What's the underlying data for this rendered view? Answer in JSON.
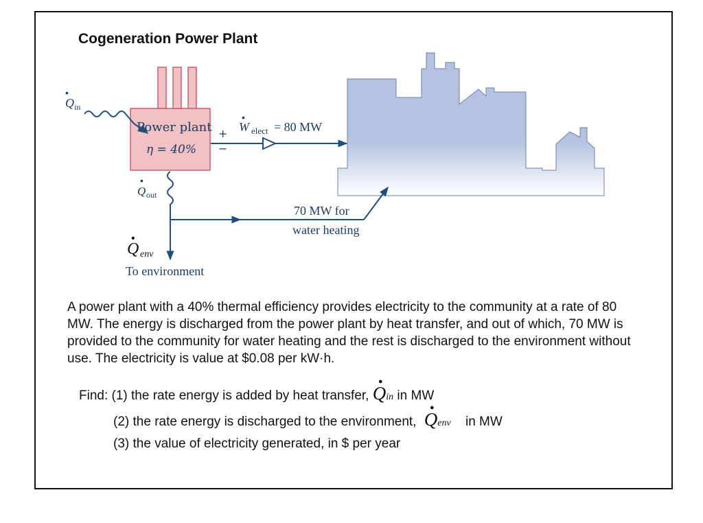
{
  "title": "Cogeneration Power Plant",
  "diagram": {
    "q_in_symbol": "Q",
    "q_in_sub": "in",
    "plant_label": "Power plant",
    "efficiency_label": "η = 40%",
    "plus": "+",
    "minus": "−",
    "w_elect_symbol": "W",
    "w_elect_sub": "elect",
    "w_elect_value": "= 80 MW",
    "q_out_symbol": "Q",
    "q_out_sub": "out",
    "water_heating_line1": "70 MW for",
    "water_heating_line2": "water heating",
    "q_env_symbol": "Q",
    "q_env_sub": "env",
    "to_environment": "To environment",
    "colors": {
      "plant_fill": "#f2c1c6",
      "plant_stroke": "#c8606e",
      "community_fill": "#b4c3e0",
      "arrow": "#1e4f7a"
    }
  },
  "problem_text": "A power plant with a 40% thermal efficiency provides electricity to the community at a rate of 80 MW.  The energy is discharged from the power plant by heat transfer, and out of which, 70 MW is provided to the community for water heating and the rest is discharged to the environment without use.  The electricity is value at $0.08 per kW·h.",
  "find": {
    "item1_prefix": "Find: (1) the rate energy is added by heat transfer,",
    "item1_symbol": "Q",
    "item1_sub": "in",
    "item1_suffix": "in MW",
    "item2_prefix": "(2) the rate energy is discharged to the environment,",
    "item2_symbol": "Q",
    "item2_sub": "env",
    "item2_suffix": "in MW",
    "item3": "(3) the value of electricity generated, in $ per year"
  }
}
